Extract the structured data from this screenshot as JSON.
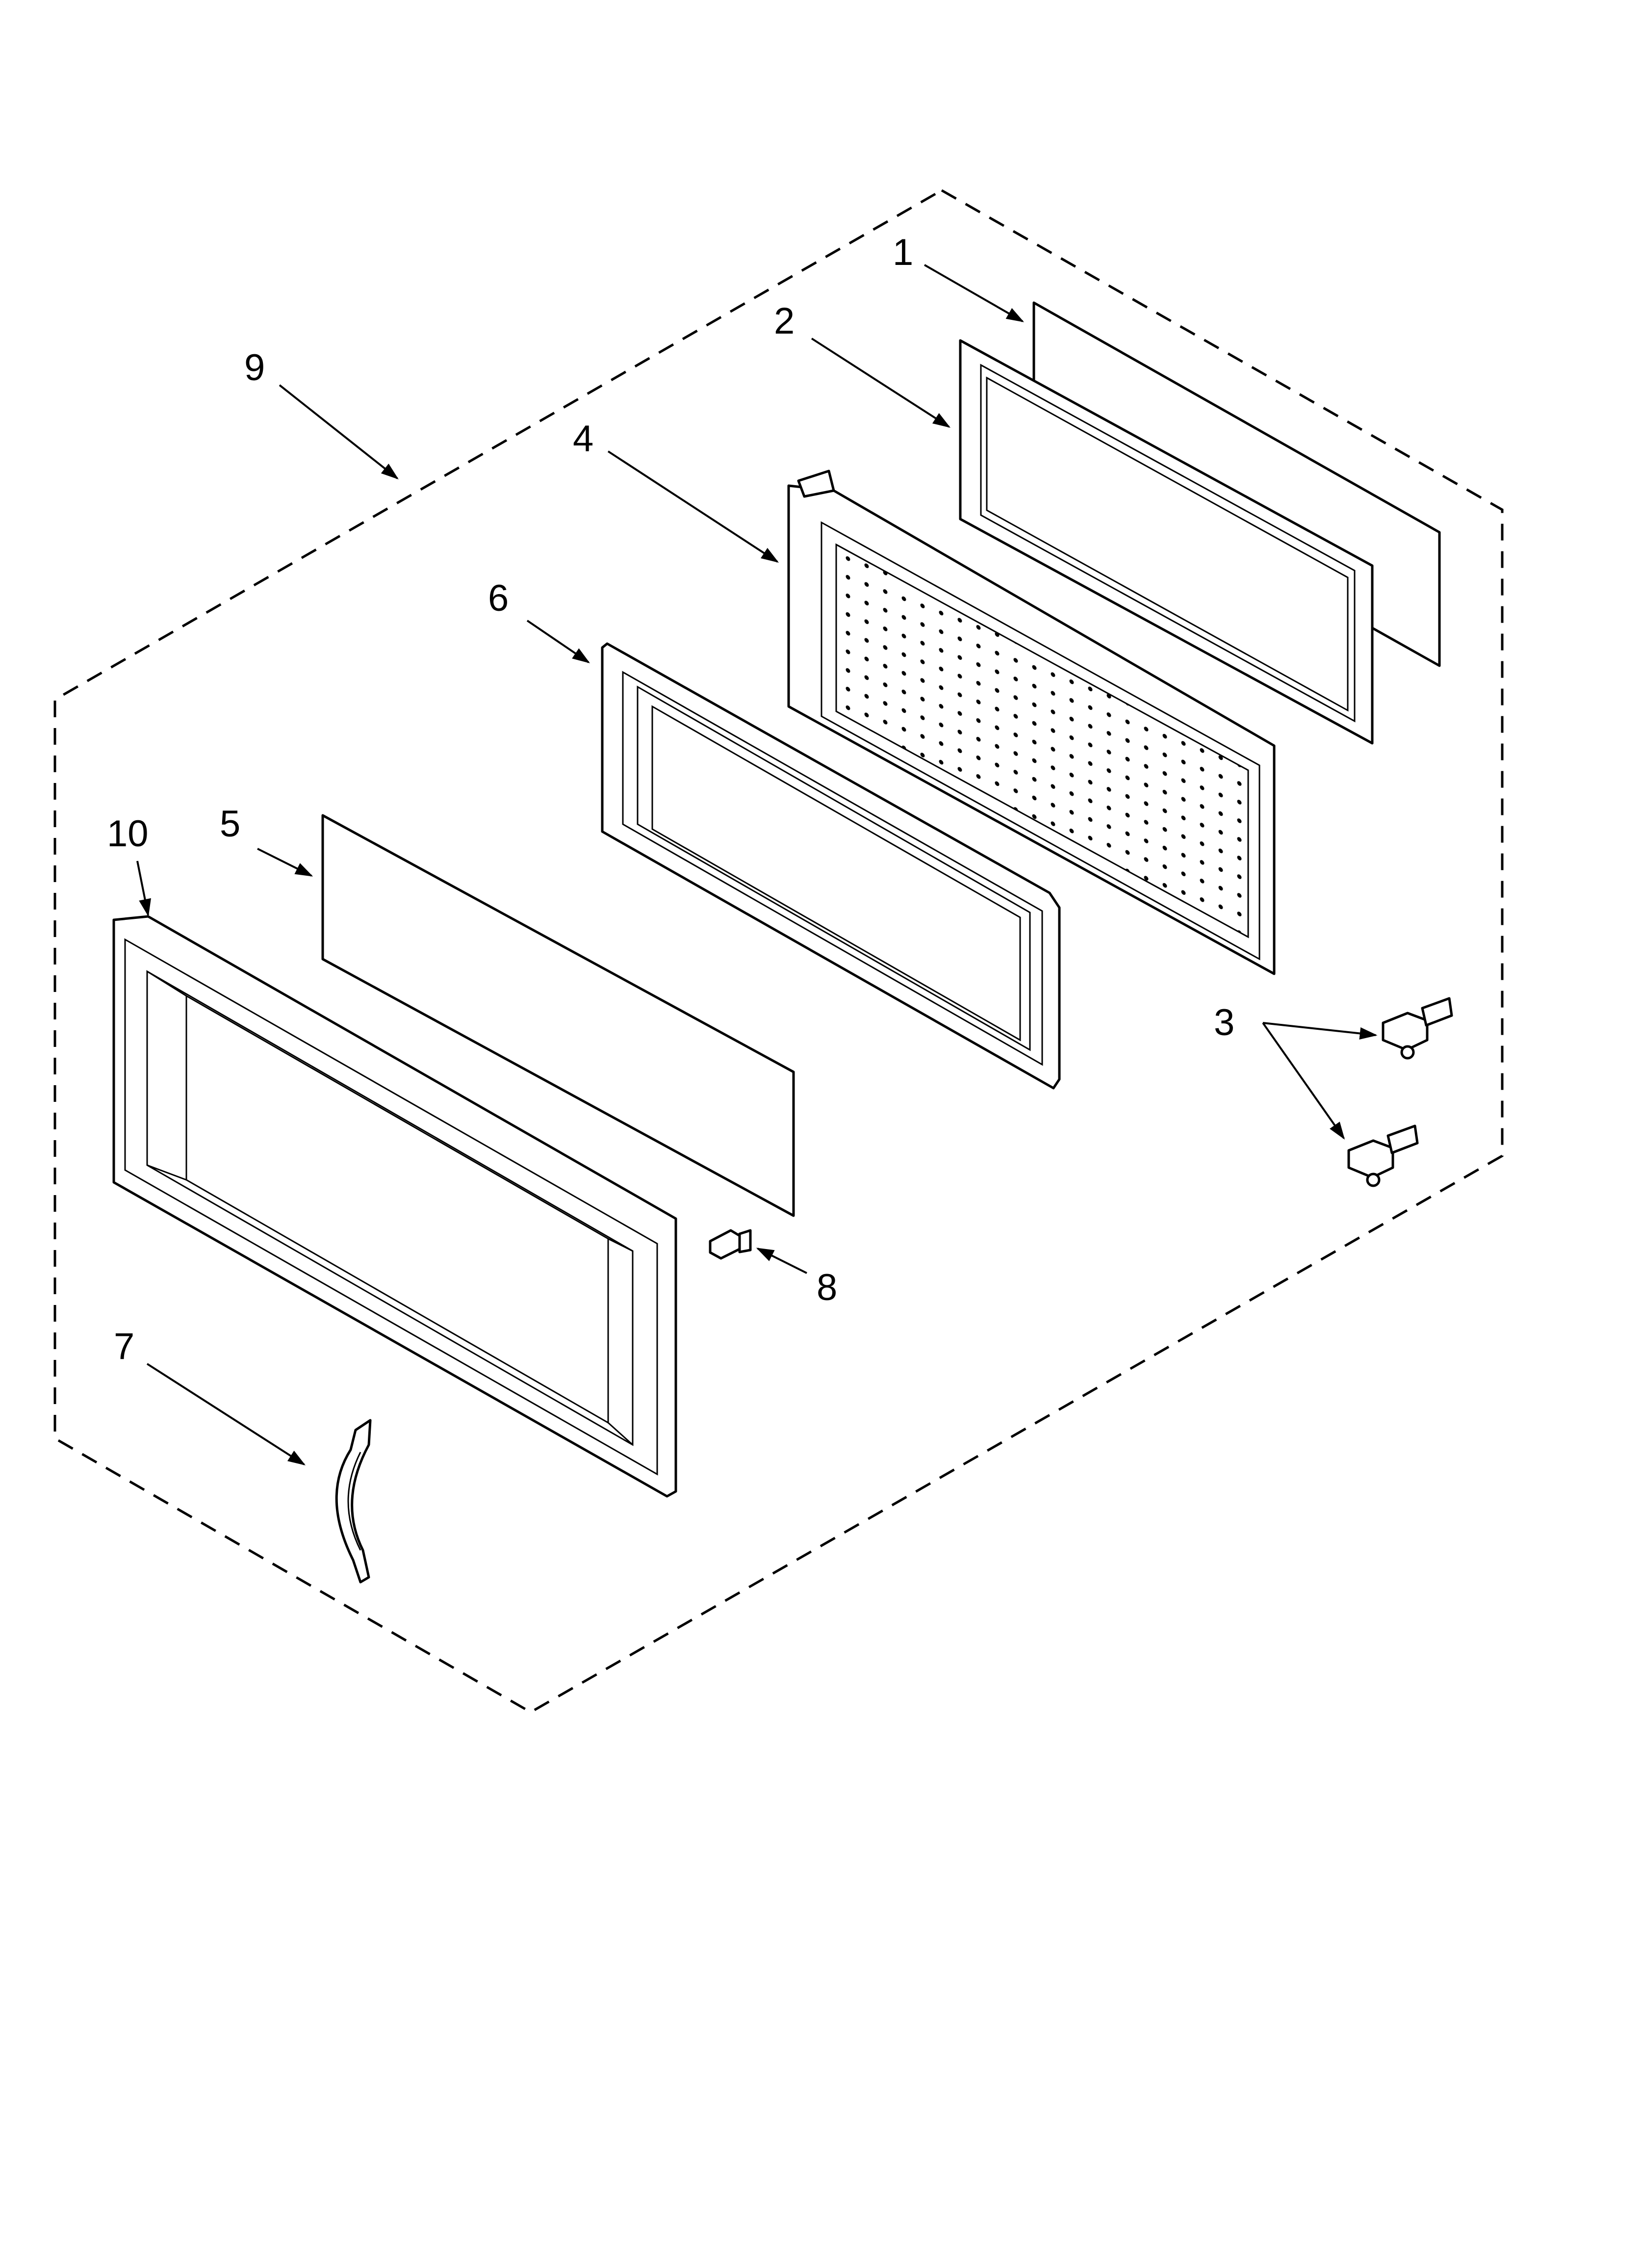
{
  "diagram": {
    "callouts": [
      "1",
      "2",
      "3",
      "4",
      "5",
      "6",
      "7",
      "8",
      "9",
      "10"
    ],
    "colors": {
      "line": "#000000",
      "background": "#ffffff"
    }
  }
}
